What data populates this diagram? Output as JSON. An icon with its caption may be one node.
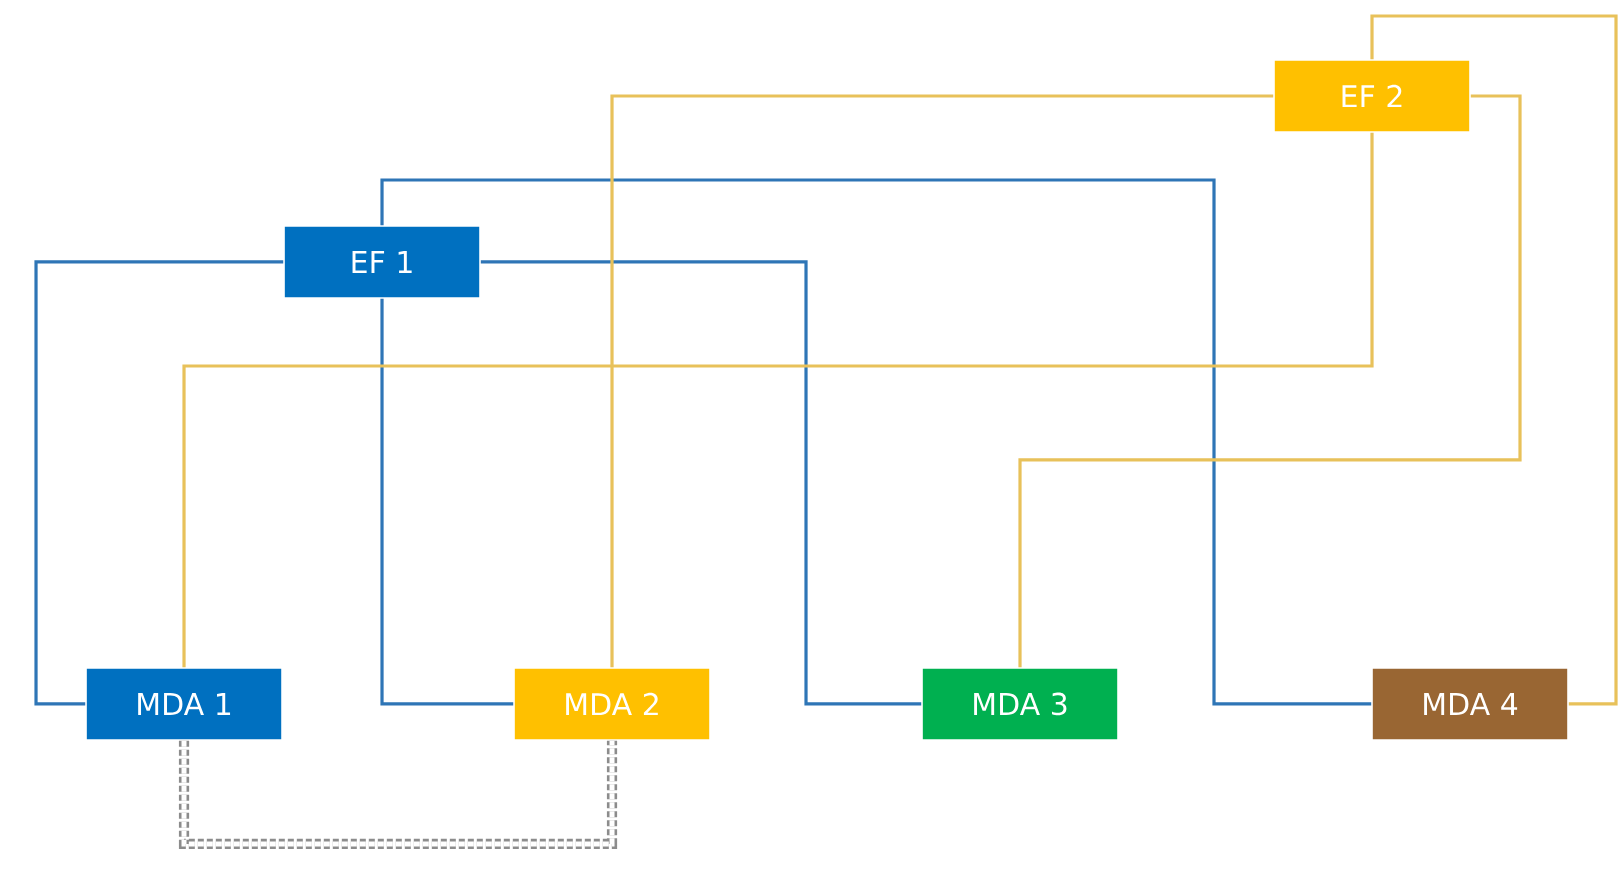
{
  "diagram": {
    "nodes": [
      {
        "text": [
          "EF 2"
        ]
      },
      {
        "text": [
          "EF 1"
        ]
      },
      {
        "text": [
          "MDA 1"
        ]
      },
      {
        "text": [
          "MDA 2"
        ]
      },
      {
        "text": [
          "MDA 3"
        ]
      },
      {
        "text": [
          "MDA 4"
        ]
      }
    ],
    "edges": [
      {
        "from": 1,
        "to": 2,
        "arrow": "none",
        "color": "#2e75b6"
      },
      {
        "from": 1,
        "to": 3,
        "arrow": "none",
        "color": "#2e75b6"
      },
      {
        "from": 1,
        "to": 4,
        "arrow": "none",
        "color": "#2e75b6"
      },
      {
        "from": 1,
        "to": 5,
        "arrow": "none",
        "color": "#2e75b6"
      },
      {
        "from": 0,
        "to": 2,
        "arrow": "none",
        "color": "#e8c15a"
      },
      {
        "from": 0,
        "to": 3,
        "arrow": "none",
        "color": "#e8c15a"
      },
      {
        "from": 0,
        "to": 4,
        "arrow": "none",
        "color": "#e8c15a"
      },
      {
        "from": 0,
        "to": 5,
        "arrow": "none",
        "color": "#e8c15a"
      },
      {
        "from": 2,
        "to": 3,
        "arrow": "none",
        "style": "dashed",
        "color": "#8c8c8c"
      }
    ]
  }
}
